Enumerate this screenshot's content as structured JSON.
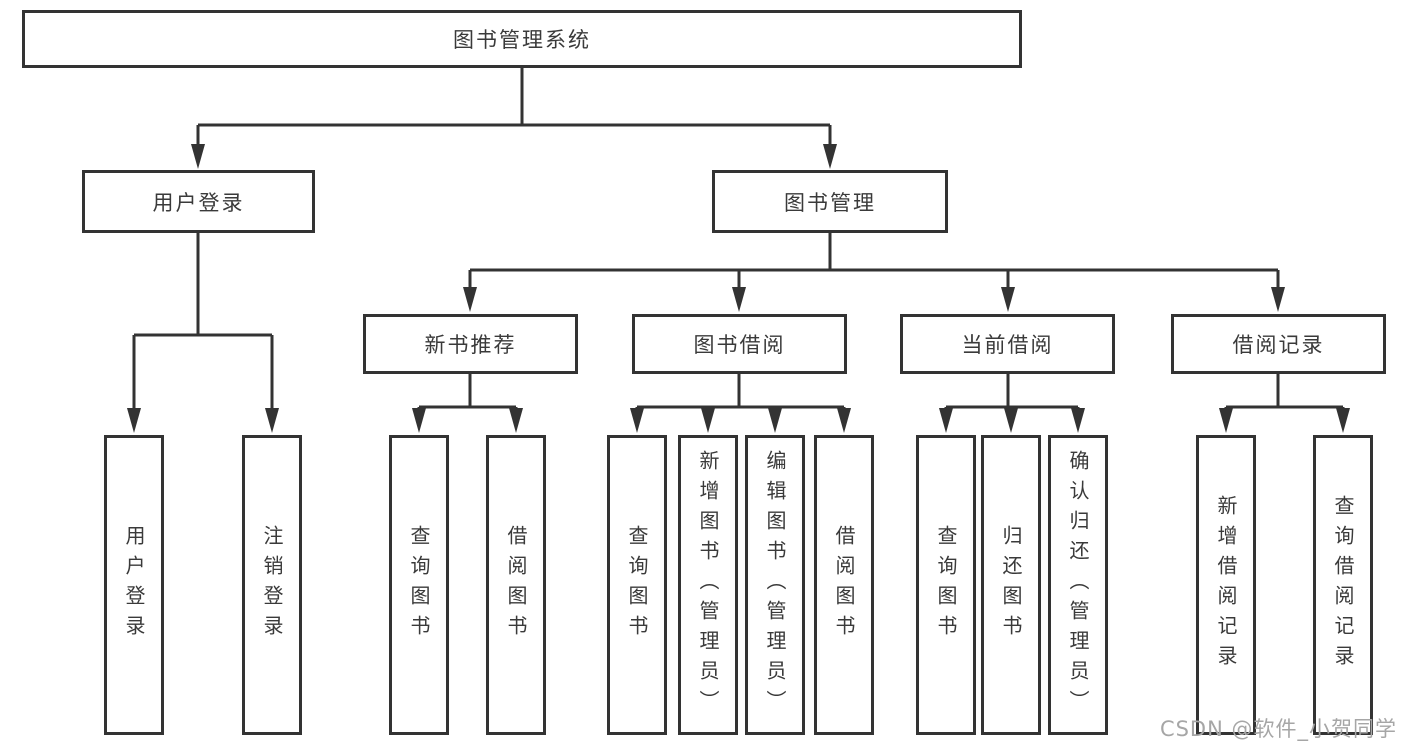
{
  "tree": {
    "label": "图书管理系统",
    "children": [
      {
        "label": "用户登录",
        "children": [
          {
            "label": "用户登录"
          },
          {
            "label": "注销登录"
          }
        ]
      },
      {
        "label": "图书管理",
        "children": [
          {
            "label": "新书推荐",
            "children": [
              {
                "label": "查询图书"
              },
              {
                "label": "借阅图书"
              }
            ]
          },
          {
            "label": "图书借阅",
            "children": [
              {
                "label": "查询图书"
              },
              {
                "label": "新增图书（管理员）"
              },
              {
                "label": "编辑图书（管理员）"
              },
              {
                "label": "借阅图书"
              }
            ]
          },
          {
            "label": "当前借阅",
            "children": [
              {
                "label": "查询图书"
              },
              {
                "label": "归还图书"
              },
              {
                "label": "确认归还（管理员）"
              }
            ]
          },
          {
            "label": "借阅记录",
            "children": [
              {
                "label": "新增借阅记录"
              },
              {
                "label": "查询借阅记录"
              }
            ]
          }
        ]
      }
    ]
  },
  "watermark": {
    "text": "CSDN @软件_小贺同学"
  },
  "colors": {
    "line": "#333333",
    "text": "#3a3a3a",
    "watermark": "#a6a6a6",
    "background": "#ffffff"
  }
}
